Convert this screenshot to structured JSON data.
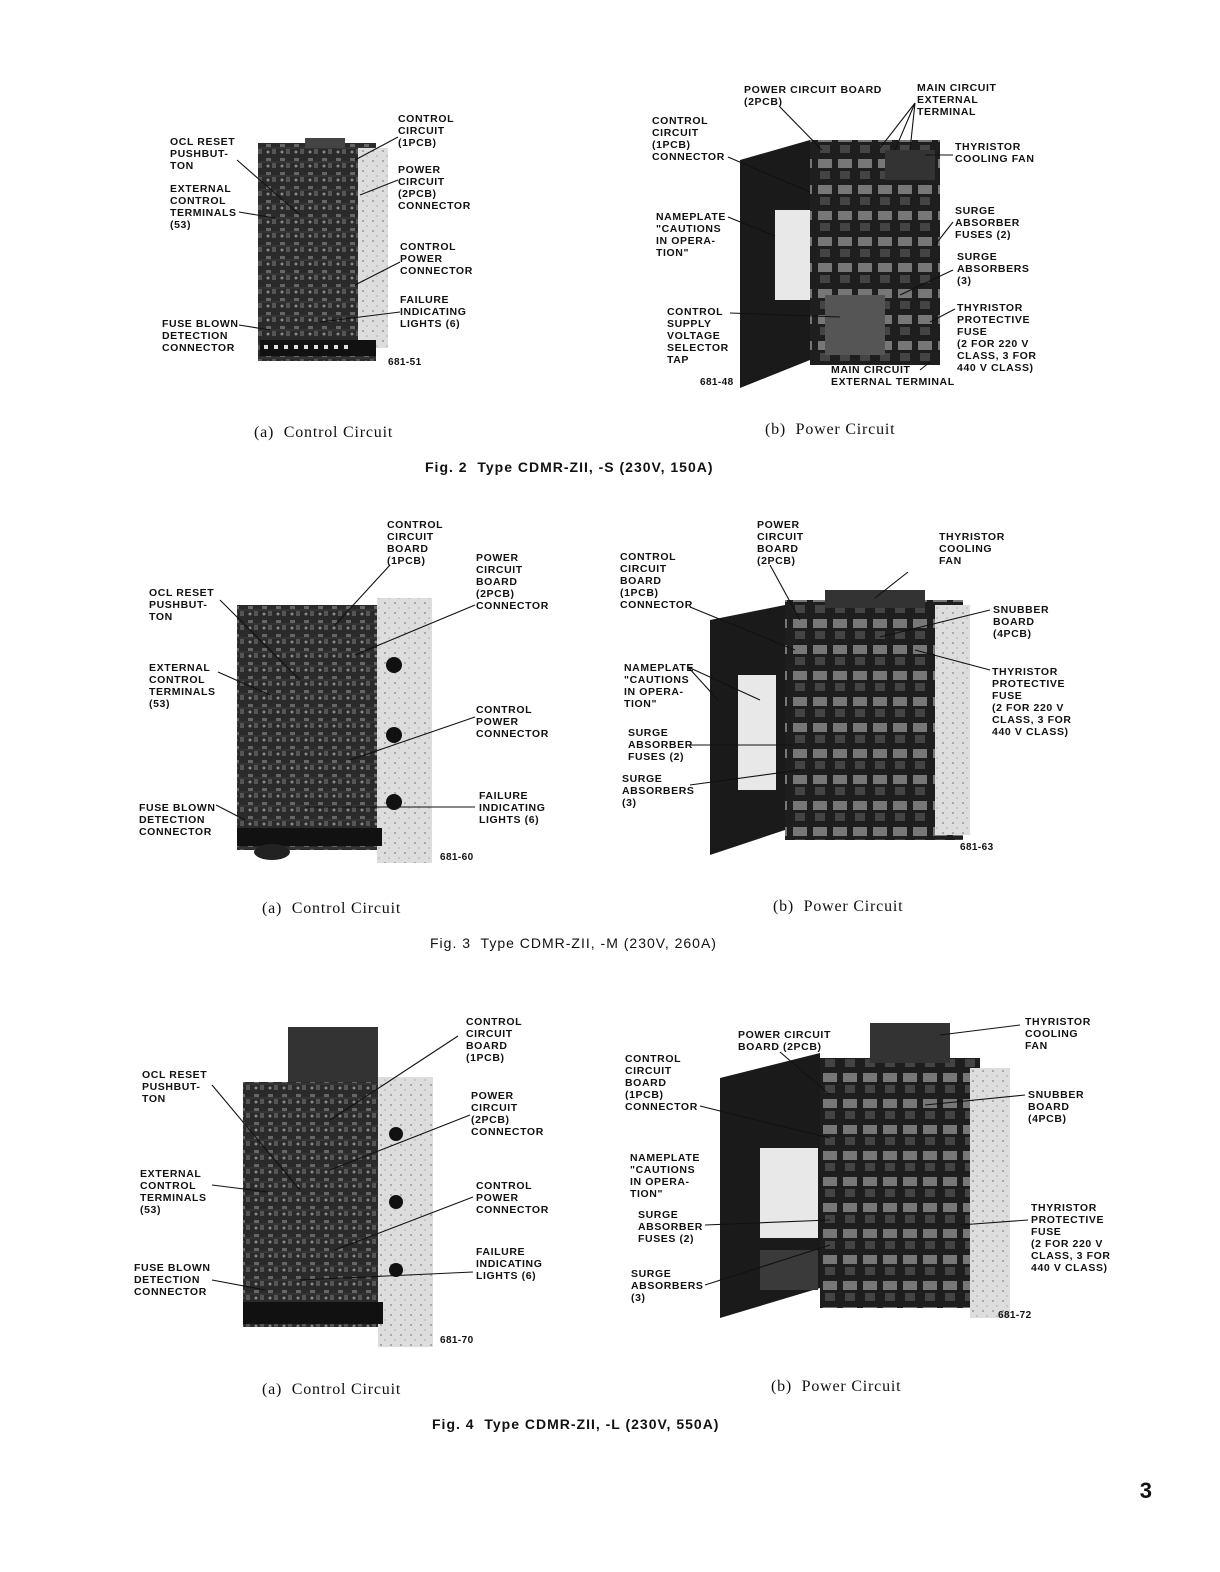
{
  "page_number": "3",
  "figures": [
    {
      "caption": "Fig. 2  Type CDMR-ZII, -S (230V, 150A)",
      "a": {
        "caption": "(a)  Control Circuit",
        "photo_number": "681-51",
        "labels": {
          "control_circuit": "CONTROL\nCIRCUIT\n(1PCB)",
          "ocl_reset": "OCL RESET\nPUSHBUT-\nTON",
          "power_circuit": "POWER\nCIRCUIT\n(2PCB)\nCONNECTOR",
          "external_terminals": "EXTERNAL\nCONTROL\nTERMINALS\n(53)",
          "control_power": "CONTROL\nPOWER\nCONNECTOR",
          "failure_lights": "FAILURE\nINDICATING\nLIGHTS (6)",
          "fuse_blown": "FUSE BLOWN\nDETECTION\nCONNECTOR"
        }
      },
      "b": {
        "caption": "(b)  Power Circuit",
        "photo_number": "681-48",
        "labels": {
          "power_board": "POWER CIRCUIT BOARD\n(2PCB)",
          "main_terminal_top": "MAIN CIRCUIT\nEXTERNAL\nTERMINAL",
          "control_connector": "CONTROL\nCIRCUIT\n(1PCB)\nCONNECTOR",
          "cooling_fan": "THYRISTOR\nCOOLING FAN",
          "nameplate": "NAMEPLATE\n\"CAUTIONS\nIN OPERA-\nTION\"",
          "surge_fuses": "SURGE\nABSORBER\nFUSES (2)",
          "surge_absorbers": "SURGE\nABSORBERS\n(3)",
          "control_supply": "CONTROL\nSUPPLY\nVOLTAGE\nSELECTOR\nTAP",
          "protective_fuse": "THYRISTOR\nPROTECTIVE\nFUSE\n(2 FOR 220 V\nCLASS, 3 FOR\n440 V CLASS)",
          "main_terminal_bottom": "MAIN CIRCUIT\nEXTERNAL TERMINAL"
        }
      }
    },
    {
      "caption": "Fig. 3  Type CDMR-ZII, -M (230V, 260A)",
      "a": {
        "caption": "(a)  Control Circuit",
        "photo_number": "681-60",
        "labels": {
          "control_board": "CONTROL\nCIRCUIT\nBOARD\n(1PCB)",
          "ocl_reset": "OCL RESET\nPUSHBUT-\nTON",
          "power_board": "POWER\nCIRCUIT\nBOARD\n(2PCB)\nCONNECTOR",
          "external_terminals": "EXTERNAL\nCONTROL\nTERMINALS\n(53)",
          "control_power": "CONTROL\nPOWER\nCONNECTOR",
          "failure_lights": "FAILURE\nINDICATING\nLIGHTS (6)",
          "fuse_blown": "FUSE BLOWN\nDETECTION\nCONNECTOR"
        }
      },
      "b": {
        "caption": "(b)  Power Circuit",
        "photo_number": "681-63",
        "labels": {
          "power_board": "POWER\nCIRCUIT\nBOARD\n(2PCB)",
          "cooling_fan": "THYRISTOR\nCOOLING\nFAN",
          "control_connector": "CONTROL\nCIRCUIT\nBOARD\n(1PCB)\nCONNECTOR",
          "snubber": "SNUBBER\nBOARD\n(4PCB)",
          "protective_fuse": "THYRISTOR\nPROTECTIVE\nFUSE\n(2 FOR 220 V\nCLASS, 3 FOR\n440 V CLASS)",
          "nameplate": "NAMEPLATE\n\"CAUTIONS\nIN OPERA-\nTION\"",
          "surge_fuses": "SURGE\nABSORBER\nFUSES (2)",
          "surge_absorbers": "SURGE\nABSORBERS\n(3)"
        }
      }
    },
    {
      "caption": "Fig. 4  Type CDMR-ZII, -L (230V, 550A)",
      "a": {
        "caption": "(a)  Control Circuit",
        "photo_number": "681-70",
        "labels": {
          "control_board": "CONTROL\nCIRCUIT\nBOARD\n(1PCB)",
          "ocl_reset": "OCL RESET\nPUSHBUT-\nTON",
          "power_board": "POWER\nCIRCUIT\n(2PCB)\nCONNECTOR",
          "external_terminals": "EXTERNAL\nCONTROL\nTERMINALS\n(53)",
          "control_power": "CONTROL\nPOWER\nCONNECTOR",
          "failure_lights": "FAILURE\nINDICATING\nLIGHTS (6)",
          "fuse_blown": "FUSE BLOWN\nDETECTION\nCONNECTOR"
        }
      },
      "b": {
        "caption": "(b)  Power Circuit",
        "photo_number": "681-72",
        "labels": {
          "power_board": "POWER CIRCUIT\nBOARD (2PCB)",
          "cooling_fan": "THYRISTOR\nCOOLING\nFAN",
          "control_connector": "CONTROL\nCIRCUIT\nBOARD\n(1PCB)\nCONNECTOR",
          "snubber": "SNUBBER\nBOARD\n(4PCB)",
          "nameplate": "NAMEPLATE\n\"CAUTIONS\nIN OPERA-\nTION\"",
          "protective_fuse": "THYRISTOR\nPROTECTIVE\nFUSE\n(2 FOR 220 V\nCLASS, 3 FOR\n440 V CLASS)",
          "surge_fuses": "SURGE\nABSORBER\nFUSES (2)",
          "surge_absorbers": "SURGE\nABSORBERS\n(3)"
        }
      }
    }
  ]
}
